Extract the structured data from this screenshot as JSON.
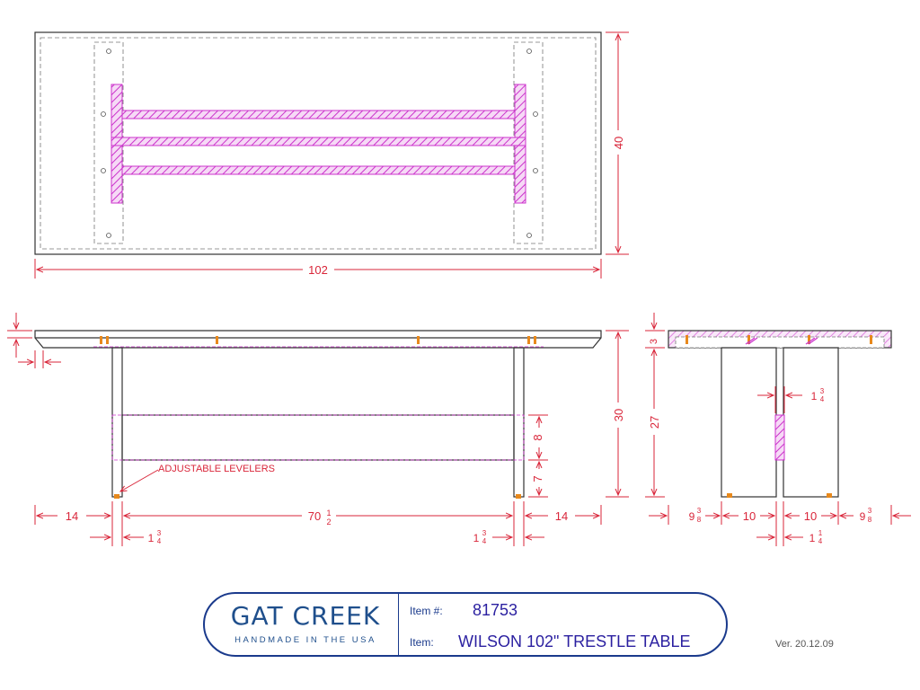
{
  "dimensions": {
    "top_length": "102",
    "top_width": "40",
    "height": "30",
    "height_base": "27",
    "top_thick": "3",
    "stretcher": "8",
    "stretcher_gap": "7",
    "overhang": "14",
    "span_whole": "70",
    "span_frac_num": "1",
    "span_frac_den": "2",
    "leg_whole": "1",
    "leg_num": "3",
    "leg_den": "4",
    "end_overhang_whole": "9",
    "end_overhang_num": "3",
    "end_overhang_den": "8",
    "base_half": "10",
    "center_whole": "1",
    "center_num": "1",
    "center_den": "4"
  },
  "notes": {
    "levelers": "ADJUSTABLE LEVELERS"
  },
  "title_block": {
    "brand": "GAT CREEK",
    "tagline": "HANDMADE IN THE USA",
    "item_no_label": "Item #:",
    "item_no": "81753",
    "item_label": "Item:",
    "item_name": "WILSON 102\" TRESTLE TABLE"
  },
  "version": "Ver. 20.12.09",
  "colors": {
    "dimension": "#d9263a",
    "hatch": "#cc33cc",
    "brand": "#1f4f8c",
    "leveler": "#e8891c"
  }
}
